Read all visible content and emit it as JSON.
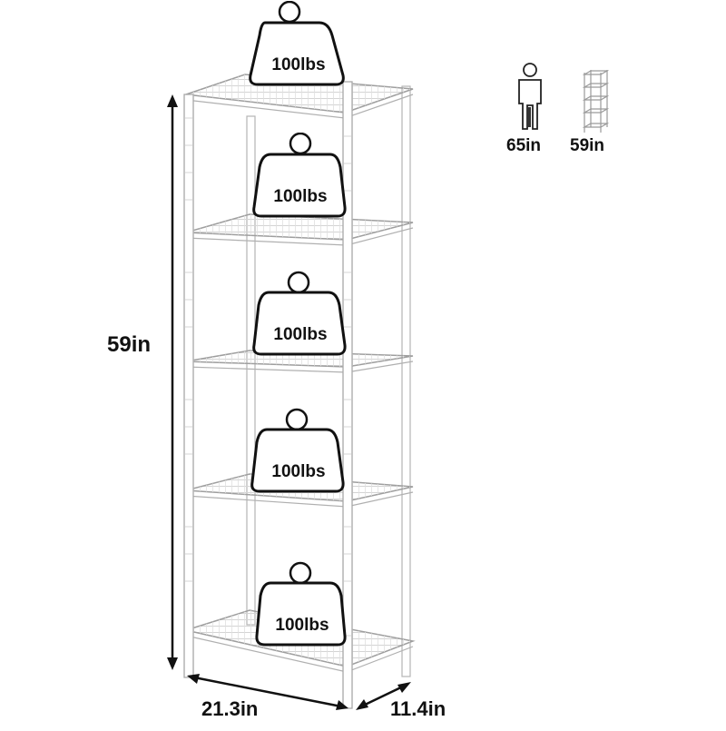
{
  "dimensions": {
    "height": "59in",
    "width": "21.3in",
    "depth": "11.4in"
  },
  "size_comparison": {
    "person_height": "65in",
    "shelf_height": "59in"
  },
  "weight_capacities": [
    {
      "label": "100lbs"
    },
    {
      "label": "100lbs"
    },
    {
      "label": "100lbs"
    },
    {
      "label": "100lbs"
    },
    {
      "label": "100lbs"
    }
  ],
  "icons": [
    "weight-icon",
    "person-icon",
    "shelf-icon"
  ],
  "colors": {
    "frame": "#aeaeae",
    "frame_light": "#d2d2d2",
    "text": "#111111",
    "background": "#ffffff"
  }
}
